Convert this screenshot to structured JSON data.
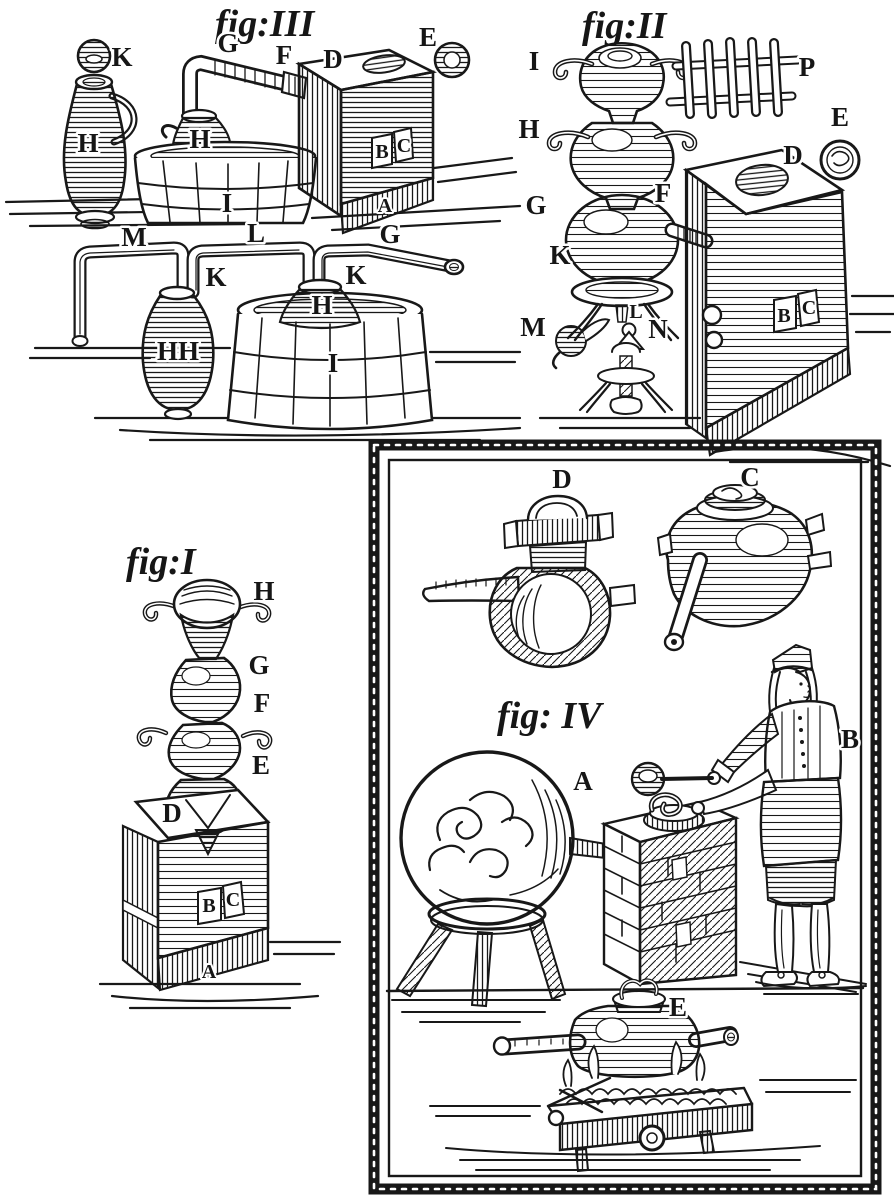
{
  "plate": {
    "ink_color": "#181818",
    "paper_color": "#ffffff",
    "description": "Woodcut engraving plate of alchemical distillation apparatus, four numbered figures"
  },
  "fig3": {
    "title": "fig:III",
    "labels": {
      "k_ball": "K",
      "h_jug": "H",
      "g_pipe": "G",
      "f_pipe": "F",
      "d_furnace": "D",
      "e_ball": "E",
      "h_cucurbit": "H",
      "i_tub": "I",
      "b_door": "B",
      "c_door": "C",
      "a_base": "A",
      "m_pipe": "M",
      "l_pipe": "L",
      "g_pipe_open": "G",
      "k_joint_left": "K",
      "k_joint_right": "K",
      "hh_receiver": "HH",
      "h_cucurbit2": "H",
      "i_tub2": "I"
    }
  },
  "fig2": {
    "title": "fig:II",
    "labels": {
      "i_top": "I",
      "h_mid": "H",
      "g_globe": "G",
      "k_dish": "K",
      "l_cone": "L",
      "m_retort": "M",
      "n_stand": "N",
      "p_rack": "P",
      "f_pipe": "F",
      "d_furnace": "D",
      "e_ball": "E",
      "b_door": "B",
      "c_door": "C"
    }
  },
  "fig1": {
    "title": "fig:I",
    "labels": {
      "h_top": "H",
      "g_second": "G",
      "f_third": "F",
      "e_bottom": "E",
      "d_furnace": "D",
      "b_door": "B",
      "c_door": "C",
      "a_base": "A"
    }
  },
  "fig4": {
    "title": "fig: IV",
    "labels": {
      "d_bath": "D",
      "c_retort": "C",
      "a_sphere": "A",
      "b_operator": "B",
      "e_retort": "E"
    }
  }
}
